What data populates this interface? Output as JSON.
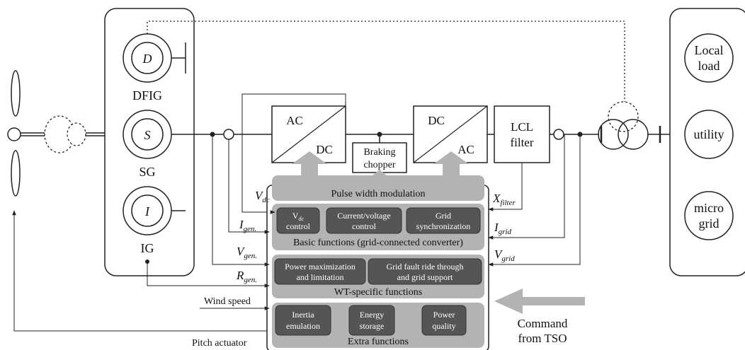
{
  "generators": {
    "dfig": {
      "symbol": "D",
      "label": "DFIG"
    },
    "sg": {
      "symbol": "S",
      "label": "SG"
    },
    "ig": {
      "symbol": "I",
      "label": "IG"
    }
  },
  "blocks": {
    "acdc": {
      "top": "AC",
      "bottom": "DC"
    },
    "dcac": {
      "top": "DC",
      "bottom": "AC"
    },
    "chopper": {
      "line1": "Braking",
      "line2": "chopper"
    },
    "lcl": {
      "line1": "LCL",
      "line2": "filter"
    }
  },
  "loads": {
    "local": {
      "line1": "Local",
      "line2": "load"
    },
    "utility": {
      "line1": "utility"
    },
    "microgrid": {
      "line1": "micro",
      "line2": "grid"
    }
  },
  "signals": {
    "vdc": {
      "main": "V",
      "sub": "dc"
    },
    "igen": {
      "main": "I",
      "sub": "gen."
    },
    "vgen": {
      "main": "V",
      "sub": "gen."
    },
    "rgen": {
      "main": "R",
      "sub": "gen."
    },
    "wind": "Wind speed",
    "pitch": "Pitch actuator",
    "xfilter": {
      "main": "X",
      "sub": "filter"
    },
    "igrid": {
      "main": "I",
      "sub": "grid"
    },
    "vgrid": {
      "main": "V",
      "sub": "grid"
    }
  },
  "control": {
    "pwm": "Pulse width modulation",
    "basic": {
      "title": "Basic functions (grid-connected converter)",
      "vdc_main": "V",
      "vdc_sub": "dc",
      "vdc_line2": "control",
      "current": {
        "line1": "Current/voltage",
        "line2": "control"
      },
      "grid_sync": {
        "line1": "Grid",
        "line2": "synchronization"
      }
    },
    "wt": {
      "title": "WT-specific functions",
      "power_max": {
        "line1": "Power maximization",
        "line2": "and limitation"
      },
      "fault": {
        "line1": "Grid fault ride through",
        "line2": "and grid support"
      }
    },
    "extra": {
      "title": "Extra functions",
      "inertia": {
        "line1": "Inertia",
        "line2": "emulation"
      },
      "energy": {
        "line1": "Energy",
        "line2": "storage"
      },
      "power_quality": {
        "line1": "Power",
        "line2": "quality"
      }
    }
  },
  "command": {
    "line1": "Command",
    "line2": "from TSO"
  }
}
